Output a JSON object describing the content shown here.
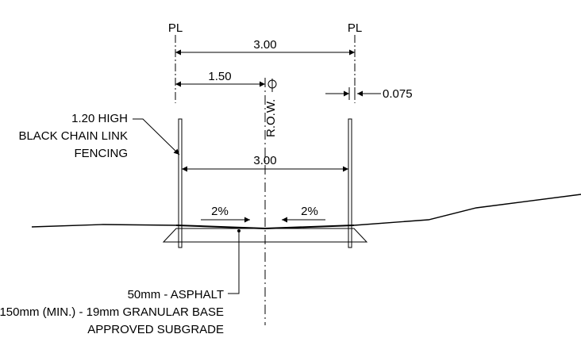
{
  "property_line_symbol": "PL",
  "dims": {
    "total_width": "3.00",
    "half_width": "1.50",
    "offset": "0.075",
    "inner_width": "3.00"
  },
  "row_label": "R.O.W.",
  "centerline_symbol": "CL",
  "fence_note": [
    "1.20 HIGH",
    "BLACK CHAIN LINK",
    "FENCING"
  ],
  "slope_left": "2%",
  "slope_right": "2%",
  "layers": [
    "50mm - ASPHALT",
    "150mm (MIN.) - 19mm GRANULAR BASE",
    "APPROVED SUBGRADE"
  ]
}
